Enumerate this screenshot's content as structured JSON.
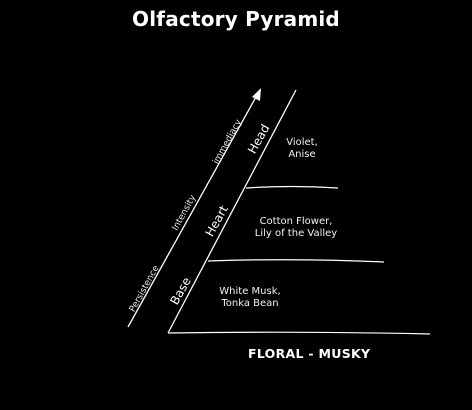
{
  "title": "Olfactory Pyramid",
  "axis_labels": {
    "persistence": "Persistence",
    "intensity": "Intensity",
    "immediacy": "immediacy"
  },
  "levels": [
    {
      "name": "Head",
      "notes_line1": "Violet,",
      "notes_line2": "Anise"
    },
    {
      "name": "Heart",
      "notes_line1": "Cotton Flower,",
      "notes_line2": "Lily of the Valley"
    },
    {
      "name": "Base",
      "notes_line1": "White Musk,",
      "notes_line2": "Tonka Bean"
    }
  ],
  "accord": "FLORAL - MUSKY",
  "colors": {
    "background": "#000000",
    "foreground": "#ffffff"
  }
}
